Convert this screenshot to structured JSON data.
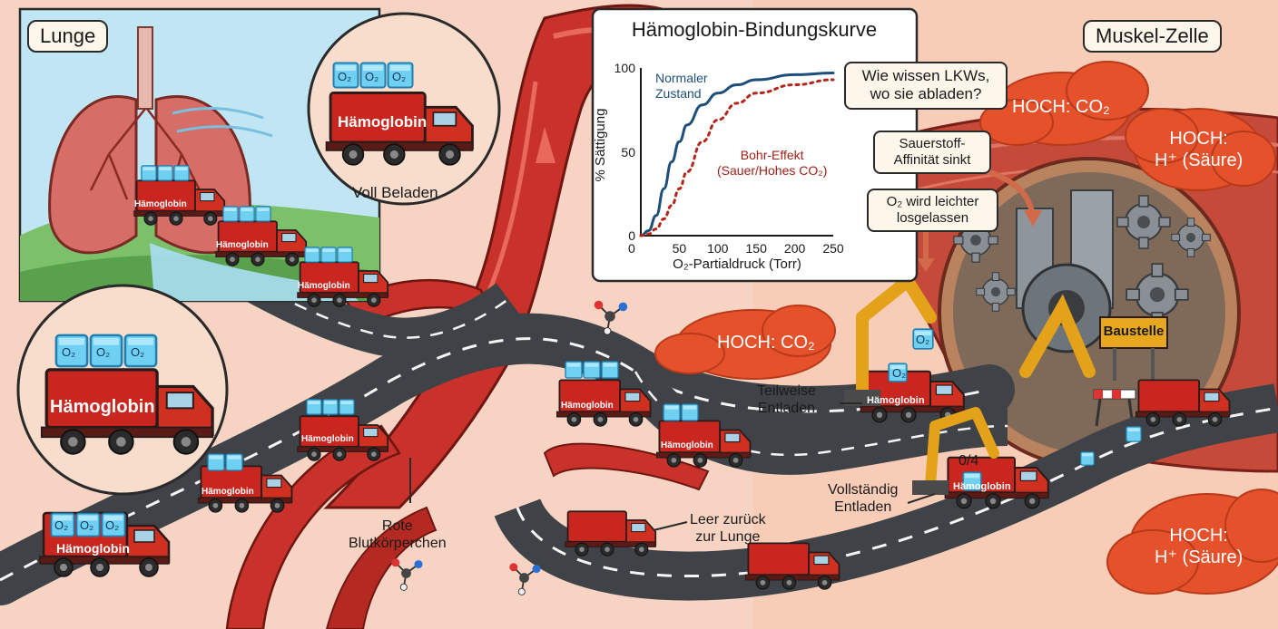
{
  "regions": {
    "lung": "Lunge",
    "muscle": "Muskel-Zelle"
  },
  "graph": {
    "title": "Hämoglobin-Bindungskurve",
    "ylabel": "% Sättigung",
    "xlabel": "O₂-Partialdruck (Torr)",
    "yticks": [
      "100",
      "50",
      "0"
    ],
    "xticks": [
      "50",
      "100",
      "150",
      "200",
      "250"
    ],
    "normal_label_line1": "Normaler",
    "normal_label_line2": "Zustand",
    "bohr_label_line1": "Bohr-Effekt",
    "bohr_label_line2": "(Sauer/Hohes CO₂)"
  },
  "callouts": {
    "question_line1": "Wie wissen LKWs,",
    "question_line2": "wo sie abladen?",
    "affinity_line1": "Sauerstoff-",
    "affinity_line2": "Affinität sinkt",
    "release_line1": "O₂ wird leichter",
    "release_line2": "losgelassen"
  },
  "clouds": {
    "co2_top": "HOCH: CO₂",
    "h_top_line1": "HOCH:",
    "h_top_line2": "H⁺ (Säure)",
    "co2_mid": "HOCH: CO₂",
    "h_bottom_line1": "HOCH:",
    "h_bottom_line2": "H⁺ (Säure)"
  },
  "labels": {
    "full": "Voll Beladen",
    "partial_line1": "Teilweise",
    "partial_line2": "Entladen",
    "complete_line1": "Vollständig",
    "complete_line2": "Entladen",
    "empty_line1": "Leer zurück",
    "empty_line2": "zur Lunge",
    "rbc_line1": "Rote",
    "rbc_line2": "Blutkörperchen",
    "zero_of_four": "0/4",
    "site": "Baustelle"
  },
  "truck": {
    "label": "Hämoglobin",
    "cargo": "O₂"
  },
  "colors": {
    "blood": "#c8322a",
    "truck": "#c8261e",
    "cloud": "#e4512a",
    "normal_curve": "#1d4f7a",
    "bohr_curve": "#b2261c",
    "cargo": "#6fd0f2"
  },
  "chart_data": {
    "type": "line",
    "title": "Hämoglobin-Bindungskurve",
    "xlabel": "O₂-Partialdruck (Torr)",
    "ylabel": "% Sättigung",
    "xlim": [
      0,
      250
    ],
    "ylim": [
      0,
      100
    ],
    "x": [
      0,
      10,
      20,
      30,
      40,
      50,
      60,
      80,
      100,
      125,
      150,
      200,
      250
    ],
    "series": [
      {
        "name": "Normaler Zustand",
        "values": [
          0,
          3,
          12,
          28,
          44,
          56,
          66,
          78,
          85,
          90,
          93,
          96,
          97
        ]
      },
      {
        "name": "Bohr-Effekt (Sauer/Hohes CO₂)",
        "values": [
          0,
          1,
          4,
          10,
          18,
          28,
          38,
          56,
          69,
          79,
          85,
          90,
          93
        ]
      }
    ]
  }
}
